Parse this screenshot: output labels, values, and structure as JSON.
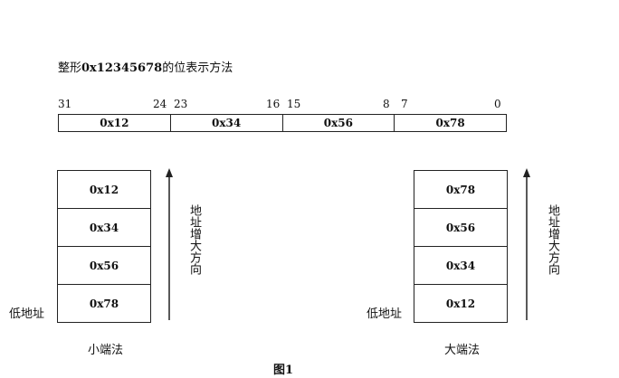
{
  "title_prefix": "整形",
  "title_bold": "0x12345678",
  "title_suffix": "的位表示方法",
  "bit_labels": {
    "b31": "31",
    "b24": "24",
    "b23": "23",
    "b16": "16",
    "b15": "15",
    "b8": "8",
    "b7": "7",
    "b0": "0"
  },
  "bytes_row": [
    "0x12",
    "0x34",
    "0x56",
    "0x78"
  ],
  "little_endian": {
    "boxes_top_to_bottom": [
      "0x12",
      "0x34",
      "0x56",
      "0x78"
    ],
    "low_addr_label": "低地址",
    "direction_label": "地址增大方向",
    "caption": "小端法"
  },
  "big_endian": {
    "boxes_top_to_bottom": [
      "0x78",
      "0x56",
      "0x34",
      "0x12"
    ],
    "low_addr_label": "低地址",
    "direction_label": "地址增大方向",
    "caption": "大端法"
  },
  "figure_caption": "图1"
}
